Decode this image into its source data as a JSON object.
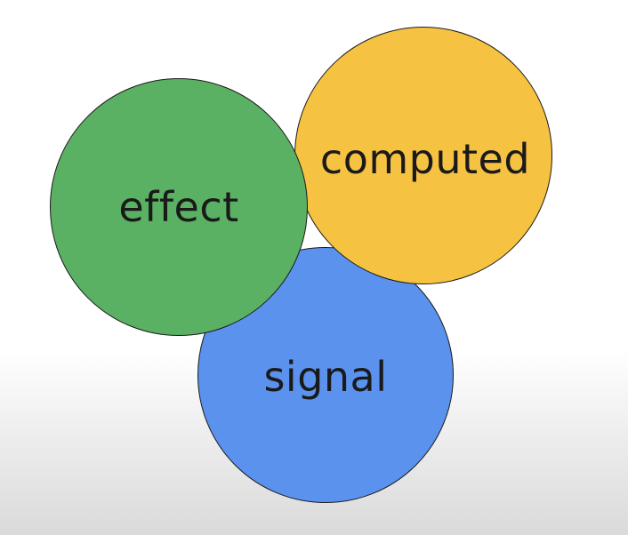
{
  "circles": {
    "effect": {
      "label": "effect",
      "color": "#5ab063"
    },
    "computed": {
      "label": "computed",
      "color": "#f5c242"
    },
    "signal": {
      "label": "signal",
      "color": "#5b92ee"
    }
  },
  "outline_color": "#1b1b1b",
  "text_color": "#1a1a1a"
}
